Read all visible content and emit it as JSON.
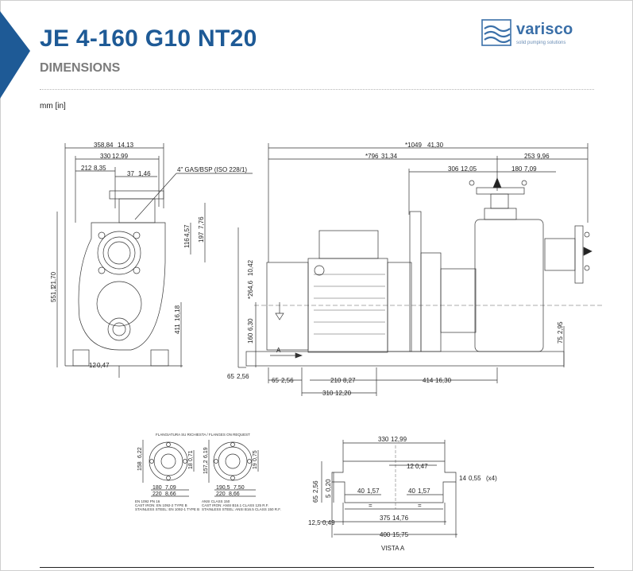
{
  "header": {
    "title": "JE 4-160 G10 NT20",
    "subtitle": "DIMENSIONS",
    "brand": "varisco",
    "tagline": "solid pumping solutions",
    "accent_color": "#1e5a96"
  },
  "units": "mm [in]",
  "front_view": {
    "dim_width_total": "358,84",
    "dim_width_total_in": "14,13",
    "dim_width_330": "330",
    "dim_width_330_in": "12,99",
    "dim_212": "212",
    "dim_212_in": "8,35",
    "dim_37": "37",
    "dim_37_in": "1,46",
    "port_label": "4\" GAS/BSP (ISO 228/1)",
    "dim_197": "197",
    "dim_197_in": "7,76",
    "dim_116": "116",
    "dim_116_in": "4,57",
    "dim_551": "551,1",
    "dim_551_in": "21,70",
    "dim_411": "411",
    "dim_411_in": "16,18",
    "dim_12": "12",
    "dim_12_in": "0,47"
  },
  "side_view": {
    "dim_total": "*1049",
    "dim_total_in": "41,30",
    "dim_796": "*796",
    "dim_796_in": "31,34",
    "dim_253": "253",
    "dim_253_in": "9,96",
    "dim_306": "306",
    "dim_306_in": "12,05",
    "dim_180": "180",
    "dim_180_in": "7,09",
    "dim_264": "*264,6",
    "dim_264_in": "10,42",
    "dim_160": "160",
    "dim_160_in": "6,30",
    "dim_75": "75",
    "dim_75_in": "2,95",
    "dim_65": "65",
    "dim_65_in": "2,56",
    "dim_65b": "65",
    "dim_65b_in": "2,56",
    "dim_210": "210",
    "dim_210_in": "8,27",
    "dim_414": "414",
    "dim_414_in": "16,30",
    "dim_310": "310",
    "dim_310_in": "12,20",
    "arrow_label": "A"
  },
  "flanges": {
    "caption": "FLANGIATURA SU RICHIESTA / FLANGES ON REQUEST",
    "left": {
      "d158": "158",
      "d158_in": "6,22",
      "d18": "18",
      "d18_in": "0,71",
      "d180": "180",
      "d180_in": "7,09",
      "d220": "220",
      "d220_in": "8,66",
      "note1": "EN 1092 PN 16",
      "note2": "CAST IRON: EN 1092-2 TYPE B",
      "note3": "STAINLESS STEEL: EN 1092-1 TYPE B"
    },
    "right": {
      "d157": "157,2",
      "d157_in": "6,19",
      "d19": "19",
      "d19_in": "0,75",
      "d190": "190,5",
      "d190_in": "7,50",
      "d220": "220",
      "d220_in": "8,66",
      "note1": "ANSI CLASS 150",
      "note2": "CAST IRON: ANSI B16.1 CLASS 125 R.F.",
      "note3": "STAINLESS STEEL: ANSI B16.5 CLASS 150 R.F."
    }
  },
  "vista_a": {
    "dim_330": "330",
    "dim_330_in": "12,99",
    "dim_12": "12",
    "dim_12_in": "0,47",
    "dim_65": "65",
    "dim_65_in": "2,56",
    "dim_5": "5",
    "dim_5_in": "0,20",
    "dim_40a": "40",
    "dim_40a_in": "1,57",
    "dim_40b": "40",
    "dim_40b_in": "1,57",
    "hole": "14",
    "hole_in": "0,55",
    "hole_count": "(x4)",
    "dim_12_5": "12,5",
    "dim_12_5_in": "0,49",
    "dim_375": "375",
    "dim_375_in": "14,76",
    "dim_400": "400",
    "dim_400_in": "15,75",
    "eq": "=",
    "label": "VISTA A"
  }
}
